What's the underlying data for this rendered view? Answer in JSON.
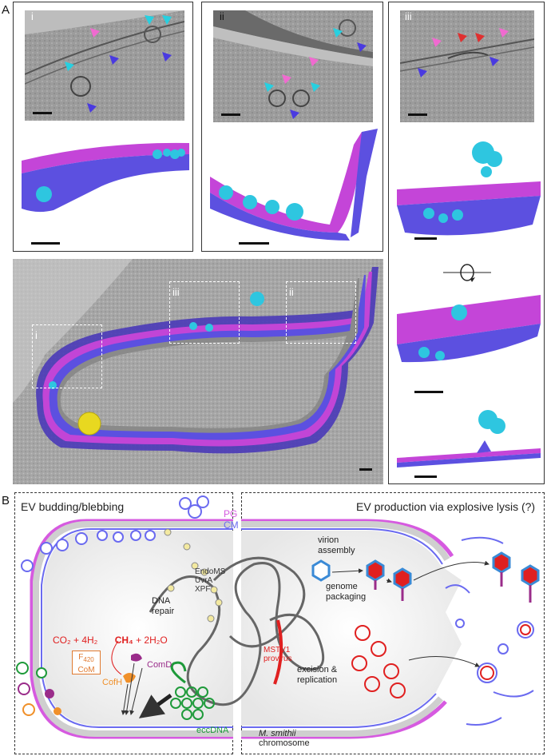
{
  "panel_a": {
    "letter": "A",
    "inset_labels": [
      "i",
      "ii",
      "iii"
    ],
    "overview_labels": [
      "i",
      "iii",
      "ii"
    ]
  },
  "panel_b": {
    "letter": "B",
    "left_title": "EV budding/blebbing",
    "right_title": "EV production via explosive lysis (?)",
    "pg_label": "PG",
    "cm_label": "CM",
    "dna_repair": "DNA\nrepair",
    "repair_proteins": [
      "EndoMS",
      "UvrA",
      "XPF"
    ],
    "reaction": {
      "left": "CO₂ + 4H₂",
      "product": "CH₄",
      "right": " + 2H₂O"
    },
    "cofactor": "F420",
    "cofactor_f": "F",
    "cofactor_sub": "420",
    "com": "CoM",
    "comd": "ComD",
    "cofh": "CofH",
    "eccdna": "eccDNA",
    "mstv": "MSTV1\nprovirus",
    "excision": "excision &\nreplication",
    "chromosome_species": "M. smithii",
    "chromosome": "chromosome",
    "virion_assembly": "virion\nassembly",
    "genome_packaging": "genome\npackaging"
  },
  "colors": {
    "pg": "#d65ae0",
    "cm": "#6a6af0",
    "red": "#e02020",
    "orange": "#f0902a",
    "green": "#1e9a3a",
    "purple": "#9a2c8a",
    "cyan": "#2ec6e0",
    "blue_cap": "#3a8ad6"
  }
}
